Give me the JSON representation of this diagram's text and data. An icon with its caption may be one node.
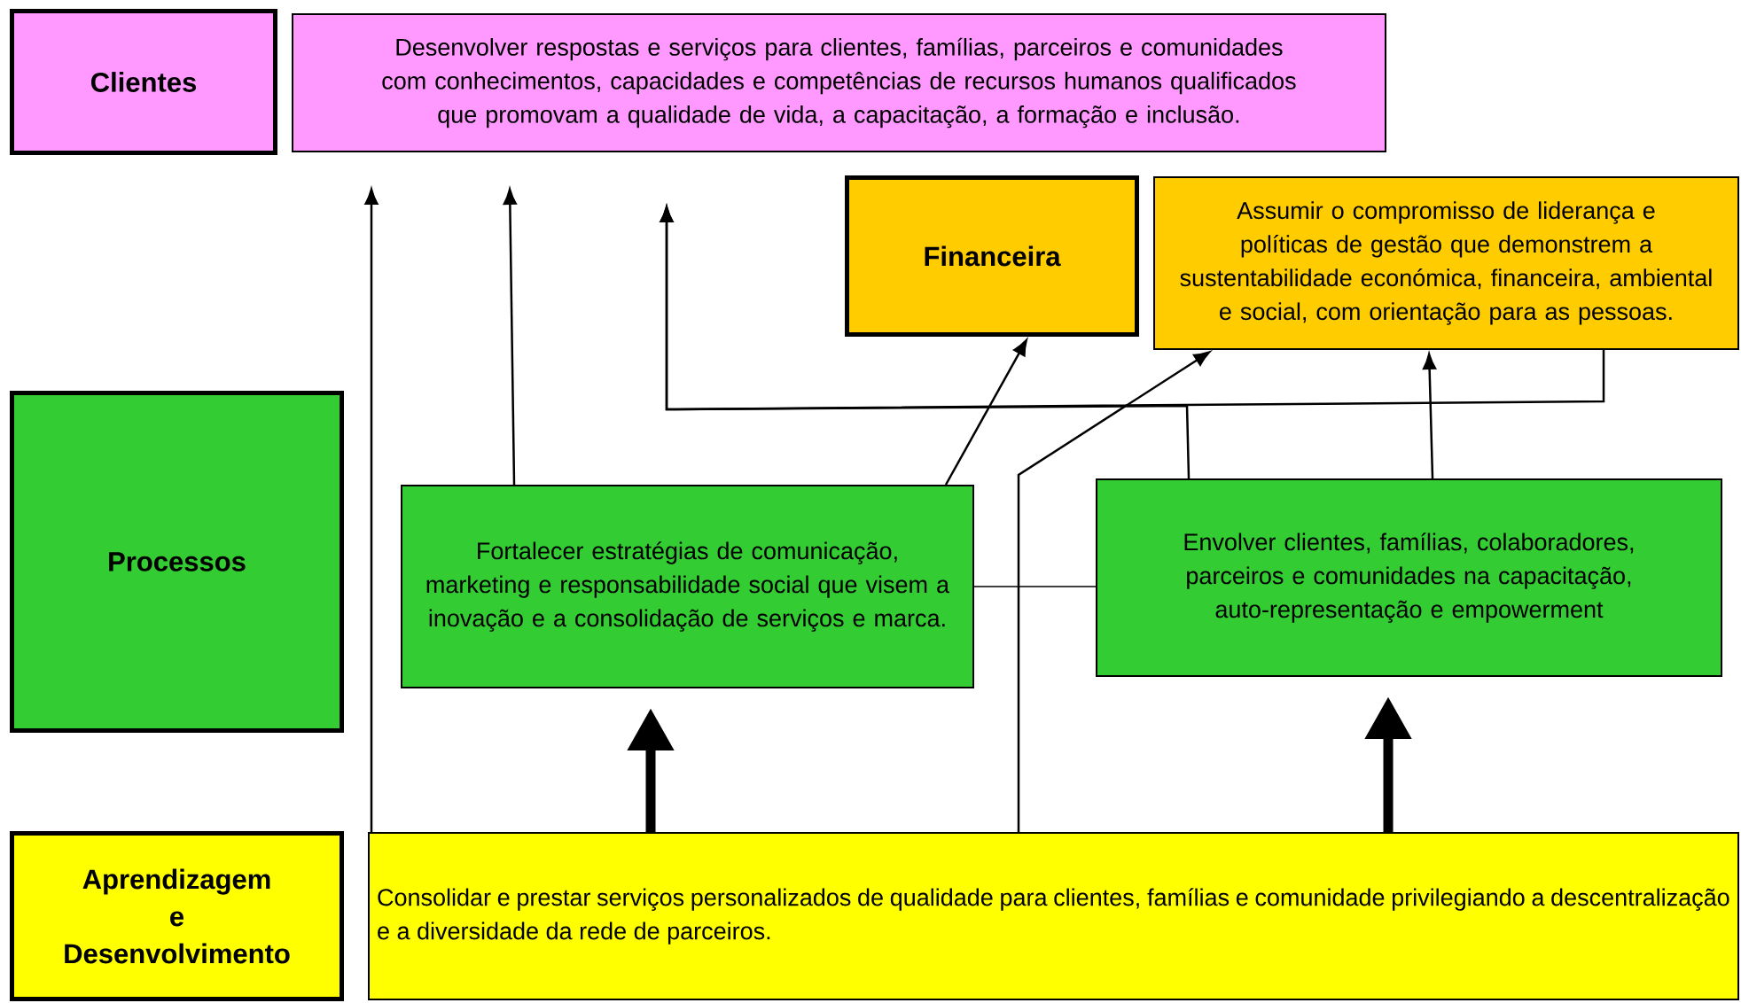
{
  "diagram": {
    "nodes": [
      {
        "text": [
          "Clientes"
        ]
      },
      {
        "text": [
          "Desenvolver respostas e serviços para clientes, famílias, parceiros e comunidades com conhecimentos, capacidades e competências de recursos humanos qualificados que promovam a qualidade de vida, a capacitação, a formação e inclusão."
        ]
      },
      {
        "text": [
          "Financeira"
        ]
      },
      {
        "text": [
          "Assumir o compromisso de liderança e políticas de gestão que demonstrem a sustentabilidade económica, financeira, ambiental e social, com orientação para as pessoas."
        ]
      },
      {
        "text": [
          "Processos"
        ]
      },
      {
        "text": [
          "Fortalecer estratégias de comunicação, marketing e responsabilidade social que visem a inovação e a consolidação de serviços e marca."
        ]
      },
      {
        "text": [
          "Envolver clientes, famílias, colaboradores, parceiros e comunidades na capacitação, auto-representação e empowerment"
        ]
      },
      {
        "text": [
          "Aprendizagem e Desenvolvimento"
        ]
      },
      {
        "text": [
          "Consolidar e prestar serviços personalizados de qualidade para clientes, famílias e comunidade privilegiando a descentralização e a diversidade da rede de parceiros."
        ]
      }
    ],
    "edges": [
      {
        "from": 8,
        "to": null,
        "arrow": "to"
      },
      {
        "from": 5,
        "to": null,
        "arrow": "to"
      },
      {
        "from": 5,
        "to": 2,
        "arrow": "to"
      },
      {
        "from": 8,
        "to": 3,
        "arrow": "to"
      },
      {
        "from": 6,
        "to": 3,
        "arrow": "to"
      },
      {
        "from": 5,
        "to": 6,
        "arrow": "none"
      },
      {
        "from": 8,
        "to": 5,
        "arrow": "to",
        "style": "thick"
      },
      {
        "from": 8,
        "to": 6,
        "arrow": "to",
        "style": "thick"
      },
      {
        "from": 6,
        "to": null,
        "arrow": "to"
      },
      {
        "from": 3,
        "to": null,
        "arrow": "to"
      }
    ]
  }
}
